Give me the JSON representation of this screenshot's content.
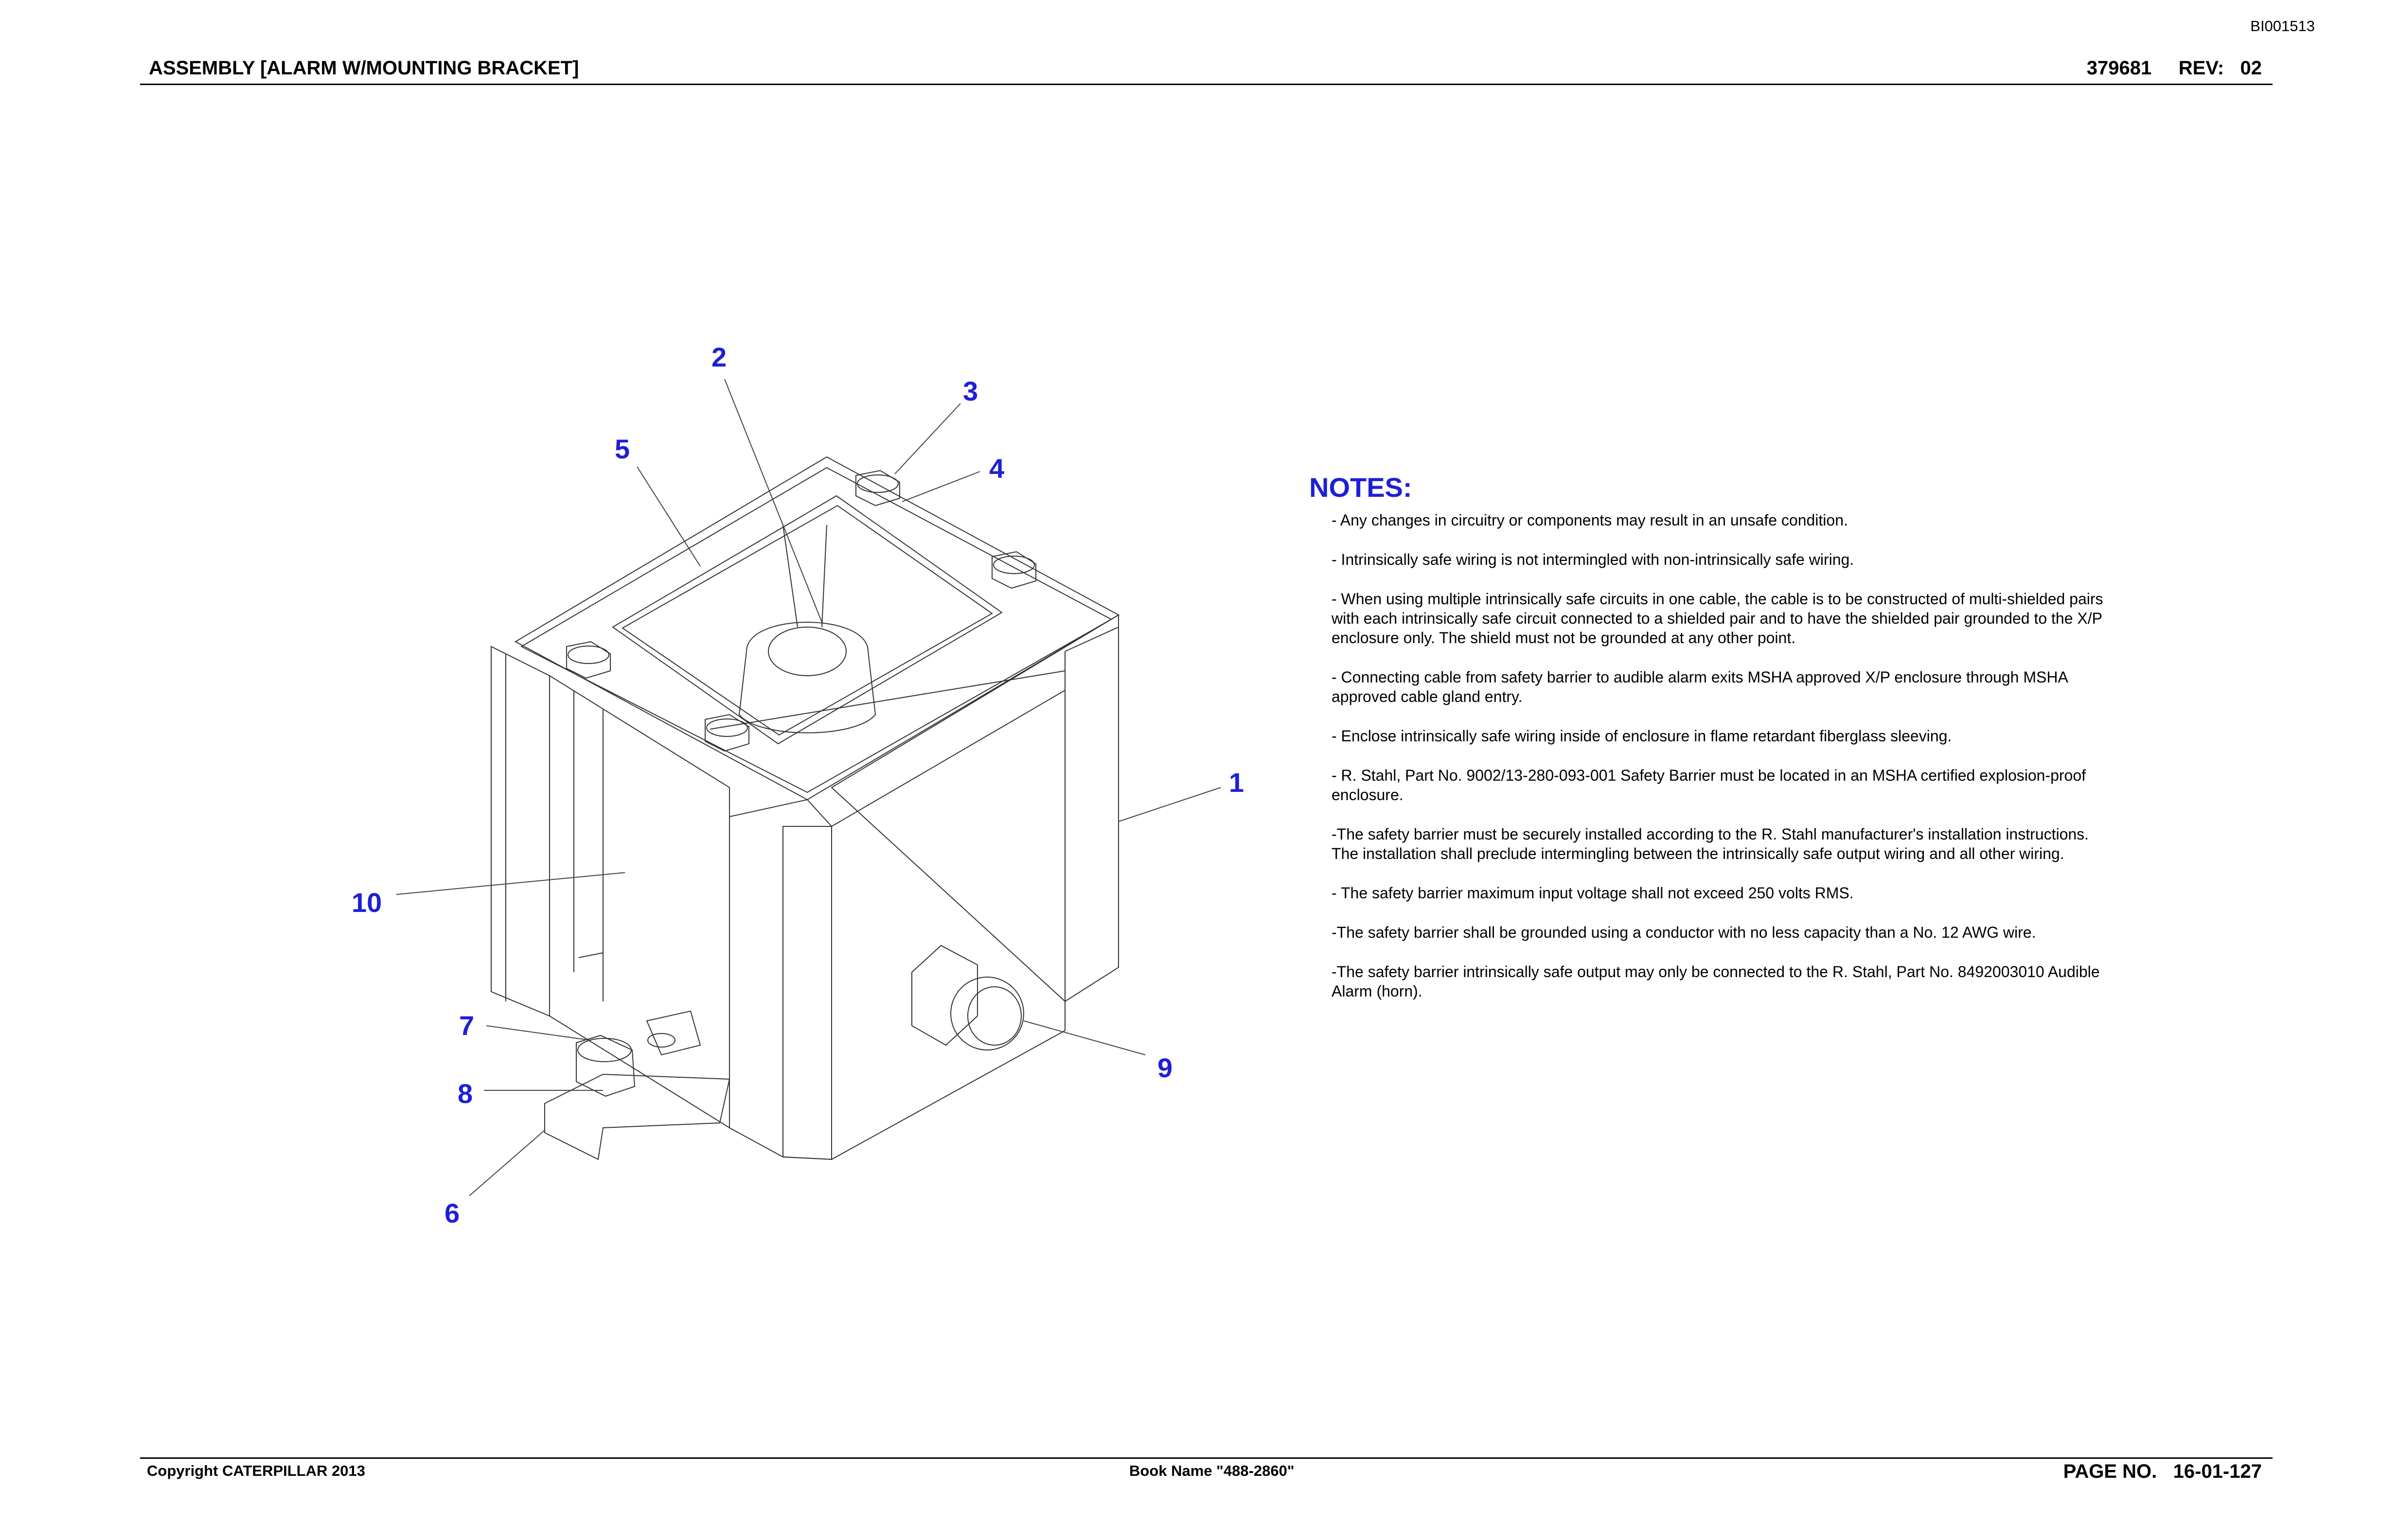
{
  "doc_id": "BI001513",
  "header": {
    "title": "ASSEMBLY [ALARM W/MOUNTING BRACKET]",
    "part_number": "379681",
    "rev_label": "REV:",
    "rev_value": "02"
  },
  "callouts": [
    "1",
    "2",
    "3",
    "4",
    "5",
    "6",
    "7",
    "8",
    "9",
    "10"
  ],
  "notes": {
    "heading": "NOTES:",
    "items": [
      "- Any changes in circuitry or components may result in an unsafe condition.",
      "- Intrinsically safe wiring is not intermingled with non-intrinsically safe wiring.",
      "- When using multiple intrinsically safe circuits in one cable, the cable is to be constructed of multi-shielded pairs with each intrinsically safe circuit connected to a shielded pair and to have the shielded pair grounded to the X/P enclosure only. The shield must not be grounded at any other point.",
      "- Connecting cable from safety barrier to audible alarm exits MSHA approved X/P enclosure through MSHA approved cable gland entry.",
      "- Enclose intrinsically safe wiring inside of enclosure in flame retardant fiberglass sleeving.",
      "- R. Stahl, Part No. 9002/13-280-093-001 Safety Barrier must be located in an MSHA certified explosion-proof enclosure.",
      "-The safety barrier must be securely installed according to the R. Stahl manufacturer's installation instructions. The installation shall preclude intermingling between the intrinsically safe output wiring and all other wiring.",
      "- The safety barrier maximum input voltage shall not exceed 250 volts RMS.",
      "-The safety barrier shall be grounded using a conductor with no less capacity than a No. 12 AWG wire.",
      "-The safety barrier intrinsically safe output may only be connected to the R. Stahl, Part No. 8492003010 Audible Alarm (horn)."
    ]
  },
  "footer": {
    "copyright": "Copyright CATERPILLAR 2013",
    "book_name": "Book Name \"488-2860\"",
    "page_label": "PAGE NO.",
    "page_number": "16-01-127"
  },
  "colors": {
    "callout_blue": "#1f1fd6",
    "line": "#333333"
  }
}
